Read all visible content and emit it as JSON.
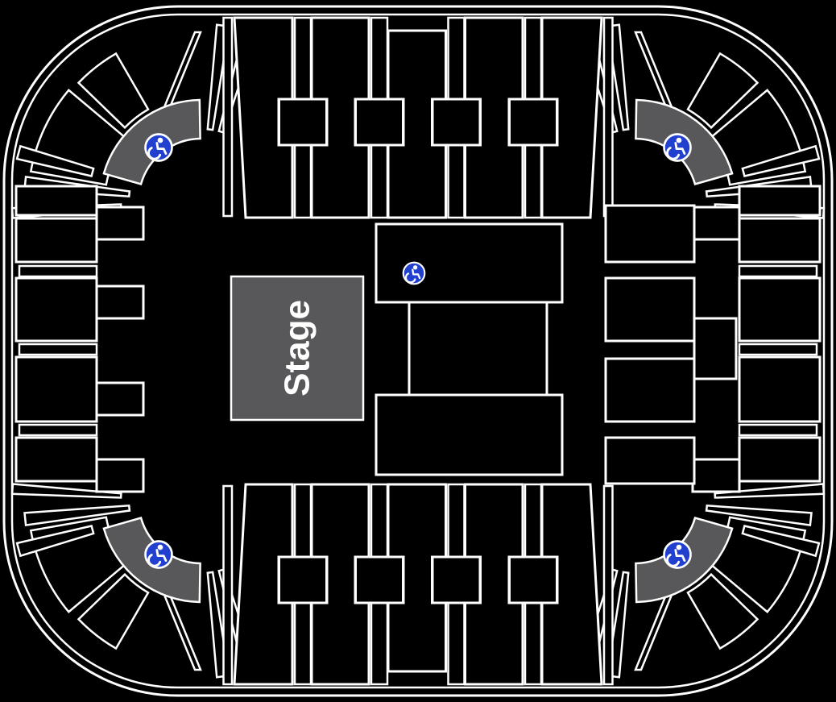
{
  "venue_map": {
    "kind": "arena-seating-chart",
    "stage": {
      "label": "Stage"
    },
    "accessible_seating": {
      "icon": "wheelchair-accessible-icon",
      "count": 5,
      "positions": [
        "top-left-corner",
        "top-right-corner",
        "bottom-left-corner",
        "bottom-right-corner",
        "floor-front-section"
      ]
    }
  },
  "colors": {
    "background": "#000000",
    "outline": "#ffffff",
    "highlight_gray": "#58585a",
    "accessible_blue": "#2240cf",
    "text_white": "#ffffff"
  }
}
